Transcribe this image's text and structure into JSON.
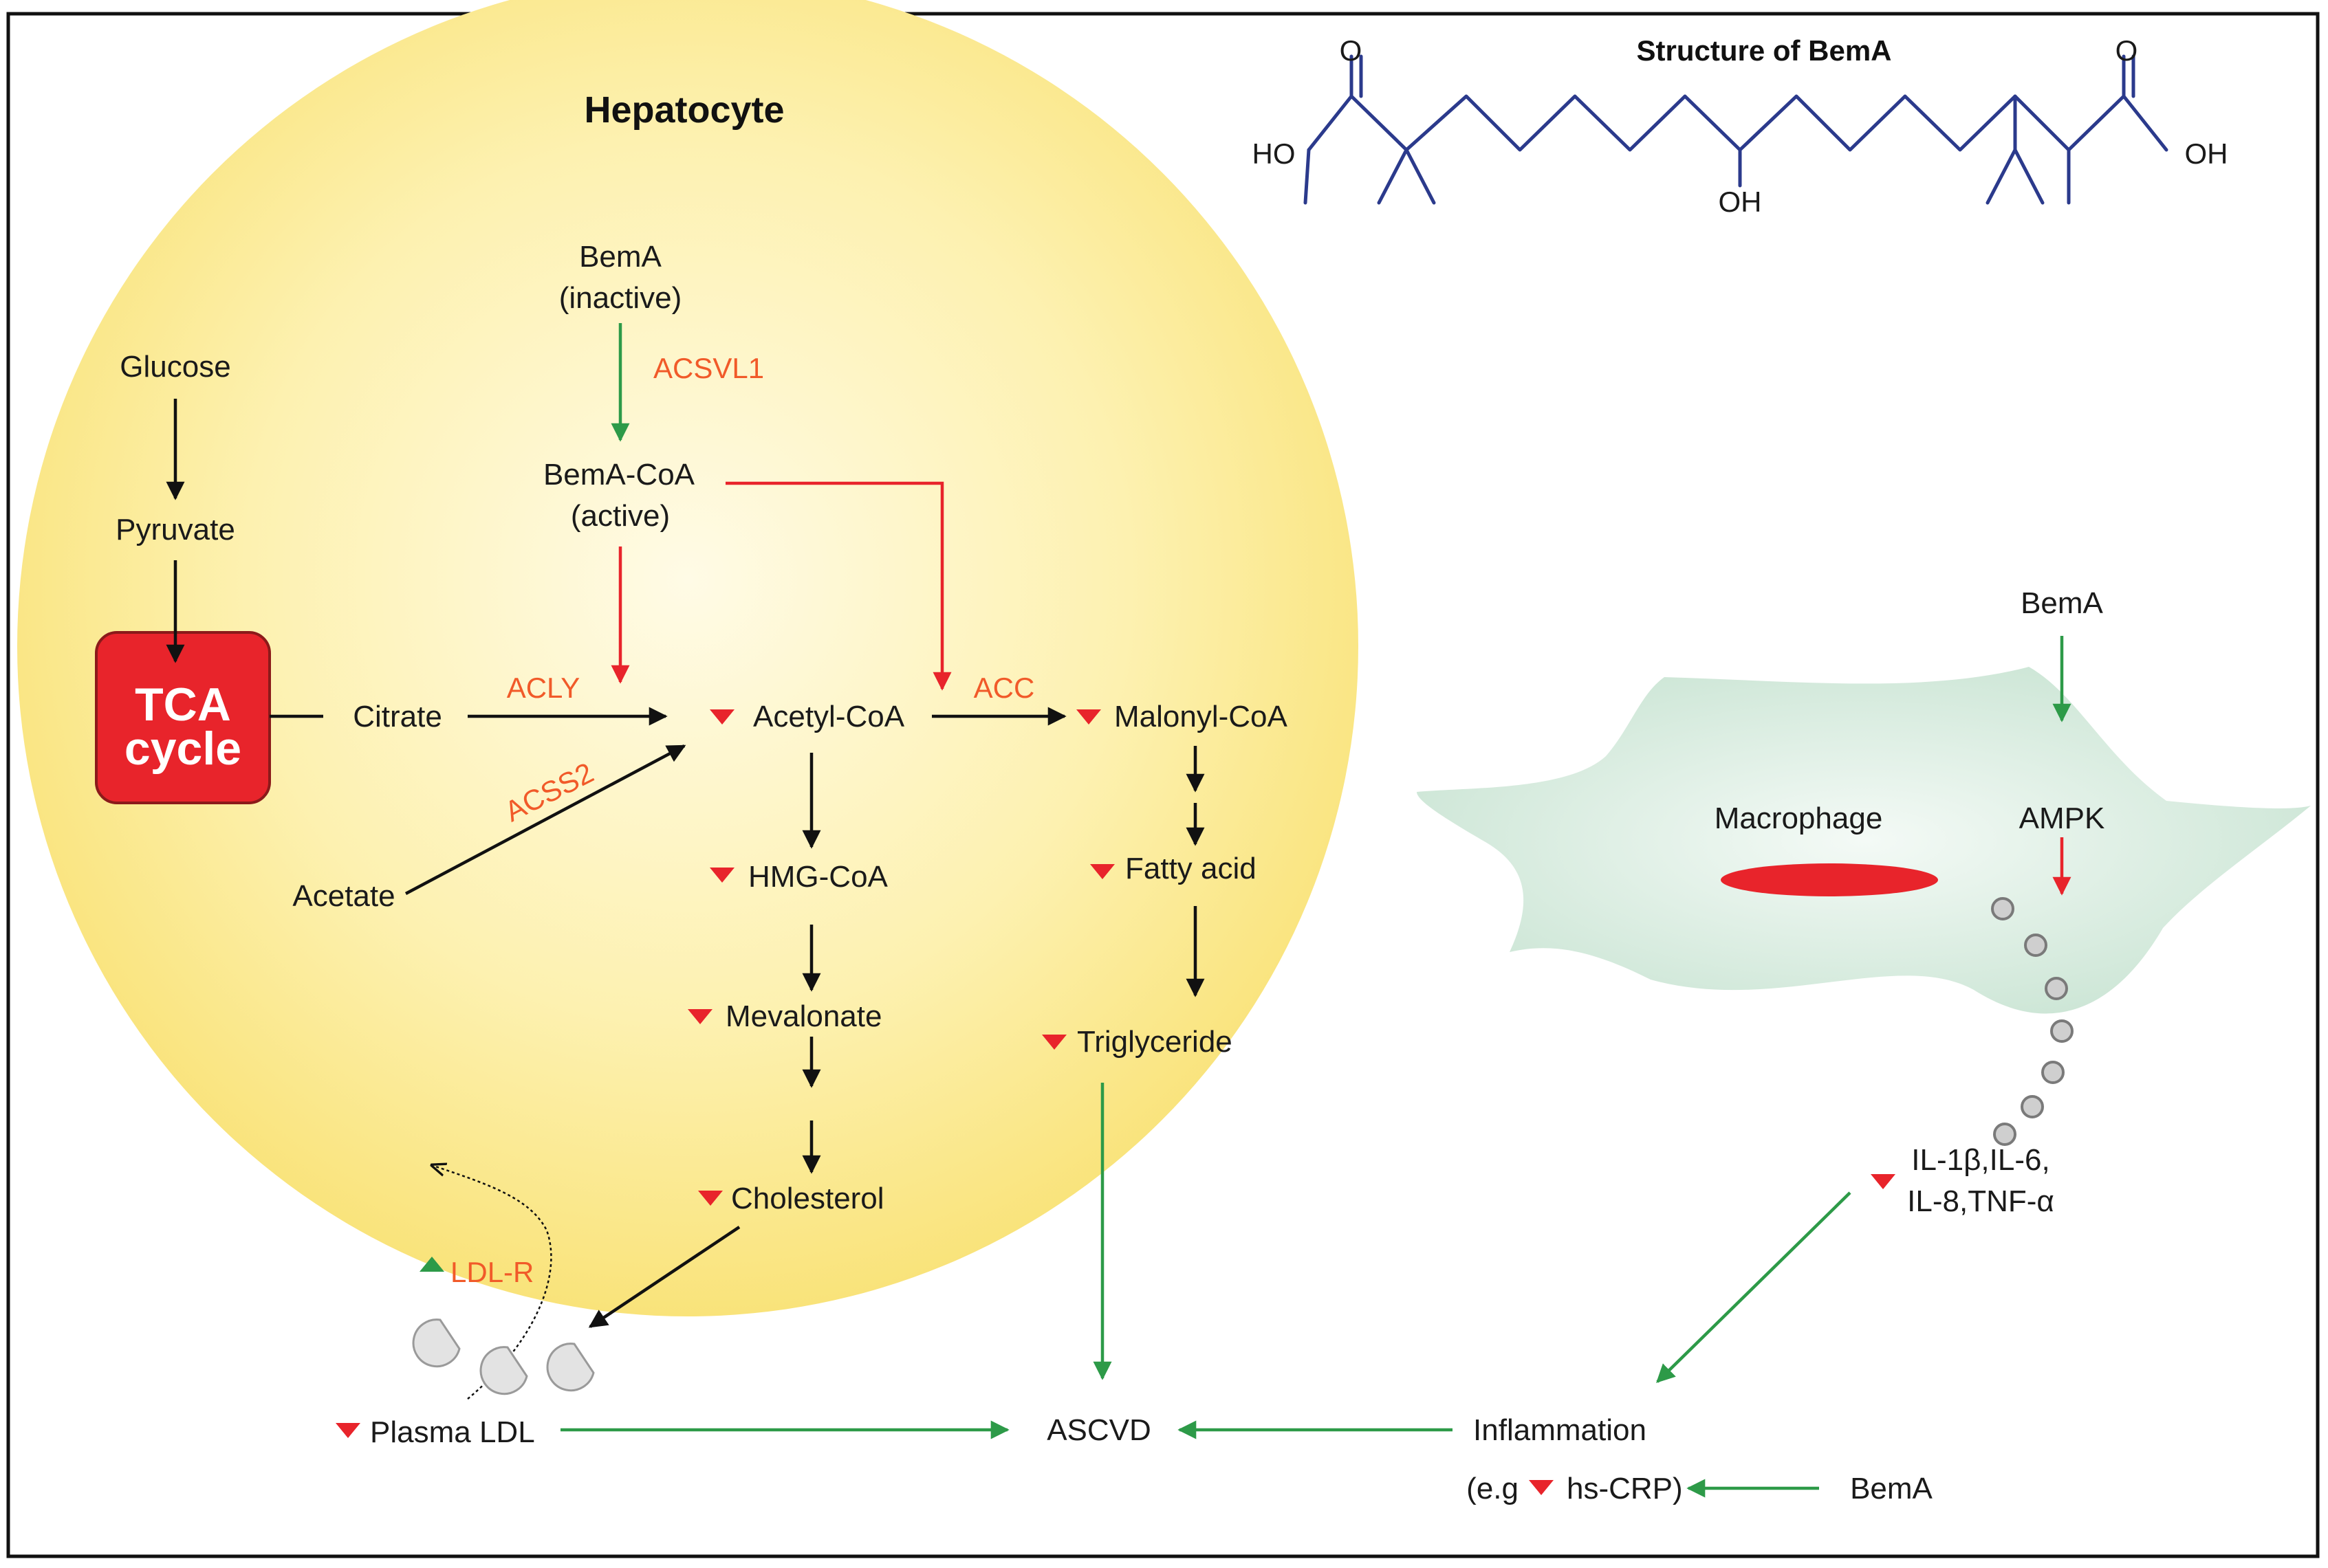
{
  "labels": {
    "hepatocyte": "Hepatocyte",
    "structure_title": "Structure of BemA",
    "bema_inactive_1": "BemA",
    "bema_inactive_2": "(inactive)",
    "acsvl1": "ACSVL1",
    "bemacoa_1": "BemA-CoA",
    "bemacoa_2": "(active)",
    "glucose": "Glucose",
    "pyruvate": "Pyruvate",
    "tca_1": "TCA",
    "tca_2": "cycle",
    "citrate": "Citrate",
    "acly": "ACLY",
    "acetylcoa": "Acetyl-CoA",
    "acc": "ACC",
    "malonylcoa": "Malonyl-CoA",
    "acss2": "ACSS2",
    "acetate": "Acetate",
    "hmgcoa": "HMG-CoA",
    "fattyacid": "Fatty acid",
    "mevalonate": "Mevalonate",
    "triglyceride": "Triglyceride",
    "cholesterol": "Cholesterol",
    "ldlr": "LDL-R",
    "plasmaldl": "Plasma LDL",
    "ascvd": "ASCVD",
    "inflammation": "Inflammation",
    "eg": "(e.g",
    "hscrp": "hs-CRP)",
    "bema_bottom": "BemA",
    "bema_mac": "BemA",
    "macrophage": "Macrophage",
    "ampk": "AMPK",
    "cyto_1": "IL-1β,IL-6,",
    "cyto_2": "IL-8,TNF-α",
    "ho_left": "HO",
    "o_left": "O",
    "oh_mid": "OH",
    "o_right": "O",
    "oh_right": "OH"
  },
  "colors": {
    "cell": "#fbe97d",
    "tca": "#e8242b",
    "enzyme": "#f15a29",
    "inhibit": "#e8242b",
    "activate": "#2d9a48",
    "macrophage": "#d6ebdf",
    "molecule": "#2b3a8c"
  }
}
